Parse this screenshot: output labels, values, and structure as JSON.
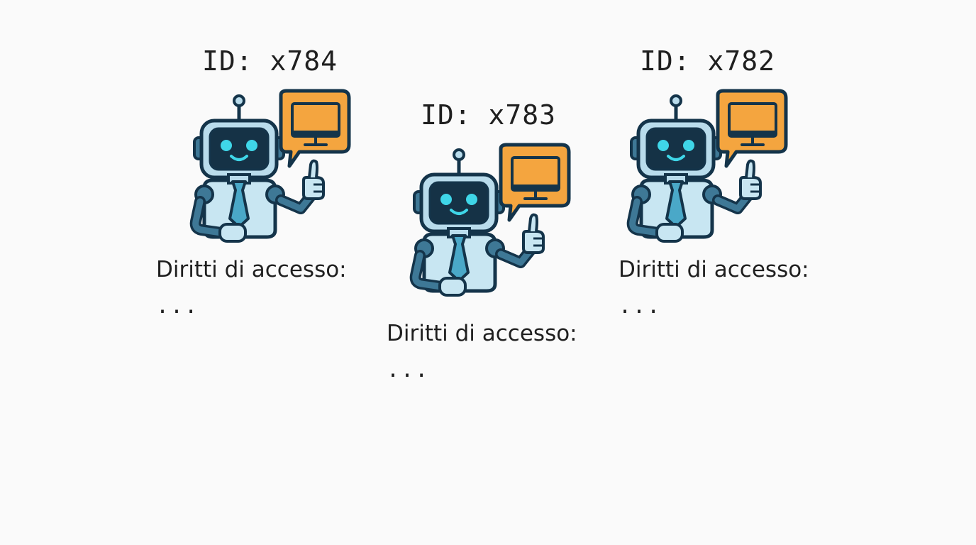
{
  "colors": {
    "outline": "#14344a",
    "body": "#c8e6f2",
    "head": "#b9dcec",
    "screen": "#153246",
    "eyes": "#3fd6e8",
    "tie": "#4aa8c8",
    "joint": "#3e7896",
    "bubble": "#f4a53f",
    "monitor_fill": "#f4a53f"
  },
  "icons": {
    "robot": "robot-agent-icon",
    "bubble": "chat-bubble-icon",
    "monitor": "monitor-icon",
    "thumb": "thumbs-up-icon"
  },
  "agents": [
    {
      "id_label": "ID: x784",
      "rights_label": "Diritti di accesso:",
      "rights_value": "..."
    },
    {
      "id_label": "ID: x783",
      "rights_label": "Diritti di accesso:",
      "rights_value": "..."
    },
    {
      "id_label": "ID: x782",
      "rights_label": "Diritti di accesso:",
      "rights_value": "..."
    }
  ]
}
